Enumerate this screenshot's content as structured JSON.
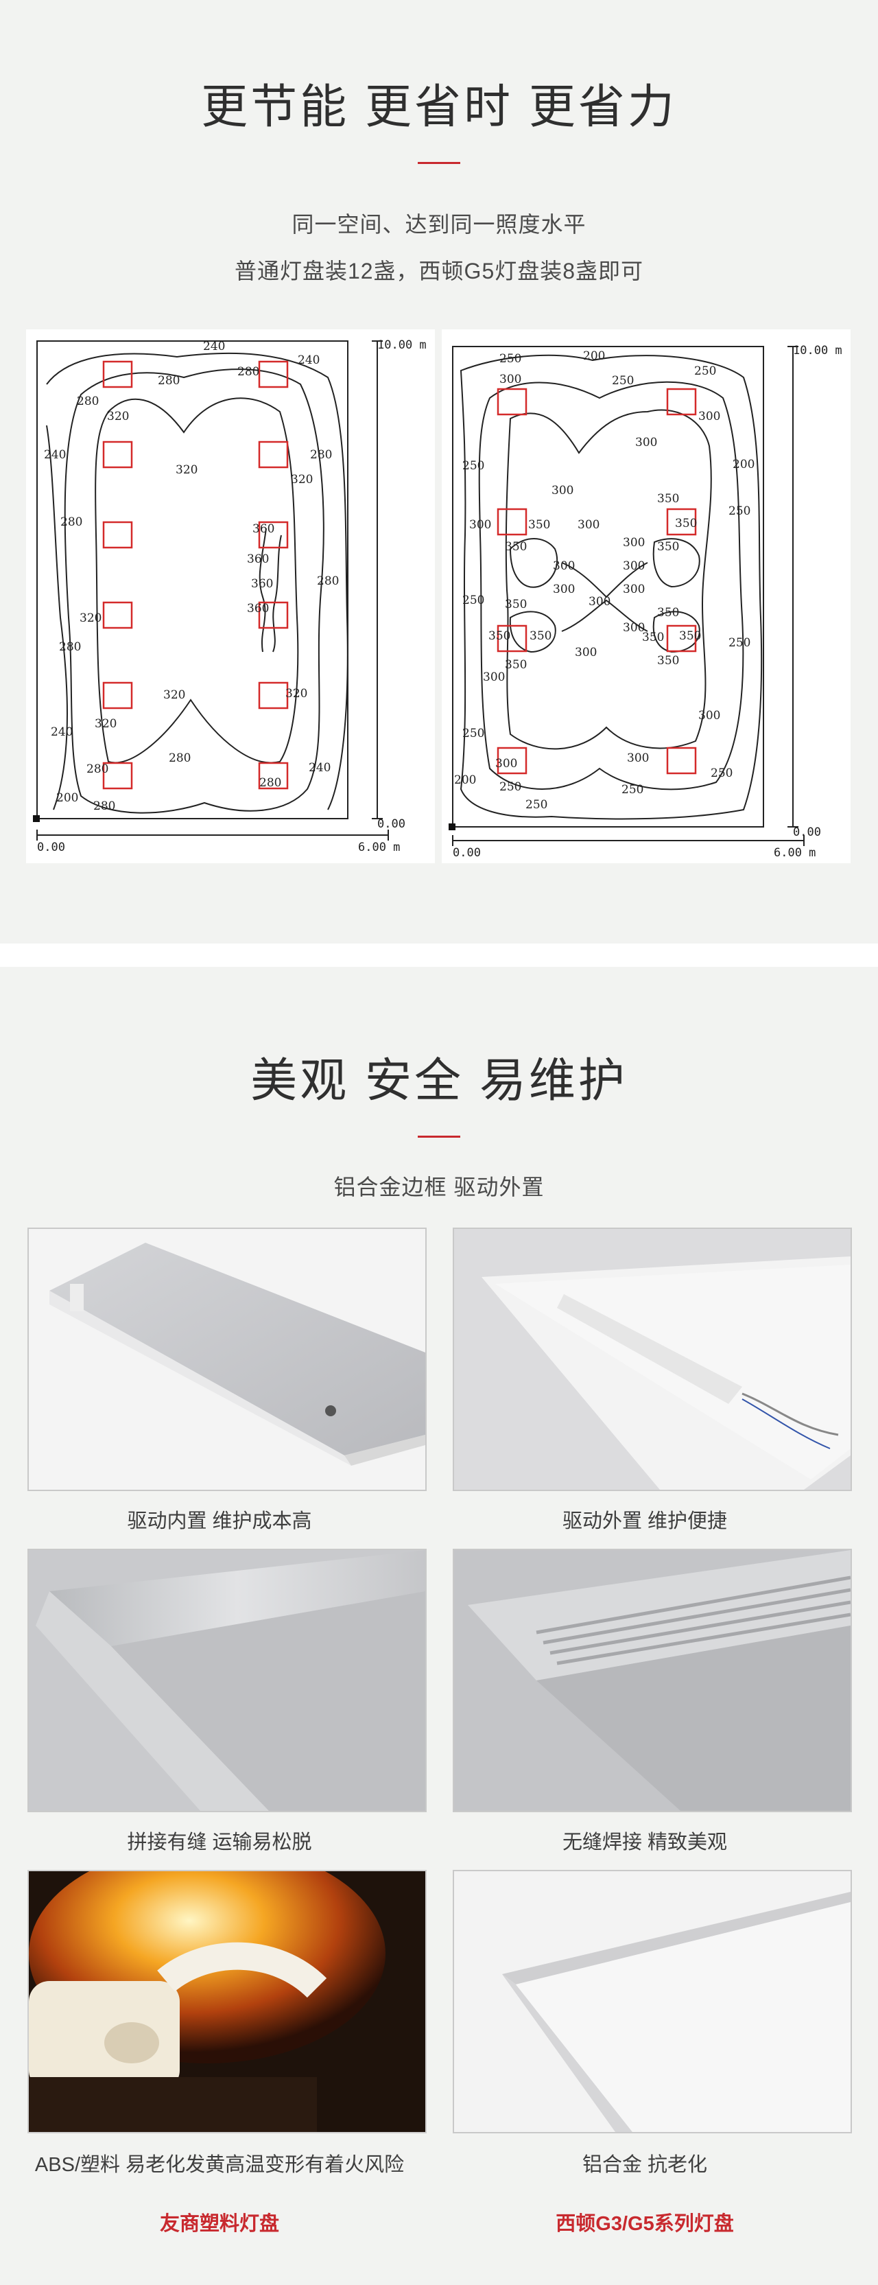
{
  "section1": {
    "title": "更节能 更省时 更省力",
    "subtitle_line1": "同一空间、达到同一照度水平",
    "subtitle_line2": "普通灯盘装12盏，西顿G5灯盘装8盏即可"
  },
  "plots": {
    "left": {
      "top_right_label": "10.00 m",
      "bottom_right_label": "0.00",
      "x_start_label": "0.00",
      "x_end_label": "6.00 m",
      "contour_labels": [
        "240",
        "280",
        "240",
        "280",
        "320",
        "280",
        "240",
        "320",
        "320",
        "280",
        "280",
        "360",
        "360",
        "360",
        "360",
        "280",
        "320",
        "280",
        "320",
        "320",
        "240",
        "320",
        "280",
        "280",
        "240",
        "280",
        "200",
        "280"
      ]
    },
    "right": {
      "top_right_label": "10.00 m",
      "bottom_right_label": "0.00",
      "x_start_label": "0.00",
      "x_end_label": "6.00 m",
      "contour_labels": [
        "250",
        "200",
        "250",
        "300",
        "250",
        "300",
        "200",
        "250",
        "300",
        "300",
        "350",
        "350",
        "350",
        "300",
        "350",
        "350",
        "250",
        "300",
        "300",
        "300",
        "300",
        "300",
        "300",
        "350",
        "350",
        "350",
        "350",
        "250",
        "300",
        "300",
        "250",
        "300",
        "250",
        "300",
        "350",
        "350",
        "350",
        "350",
        "300",
        "300",
        "250",
        "200",
        "250",
        "250",
        "300",
        "250"
      ]
    }
  },
  "section2": {
    "title": "美观  安全  易维护",
    "subtitle": "铝合金边框   驱动外置"
  },
  "photos": [
    {
      "caption": "驱动内置  维护成本高"
    },
    {
      "caption": "驱动外置   维护便捷"
    },
    {
      "caption": "拼接有缝  运输易松脱"
    },
    {
      "caption": "无缝焊接  精致美观"
    },
    {
      "caption": "ABS/塑料 易老化发黄高温变形有着火风险"
    },
    {
      "caption": "铝合金  抗老化"
    }
  ],
  "brands": {
    "left": "友商塑料灯盘",
    "right": "西顿G3/G5系列灯盘"
  },
  "colors": {
    "accent_red": "#c8292e",
    "background": "#f2f3f1"
  }
}
